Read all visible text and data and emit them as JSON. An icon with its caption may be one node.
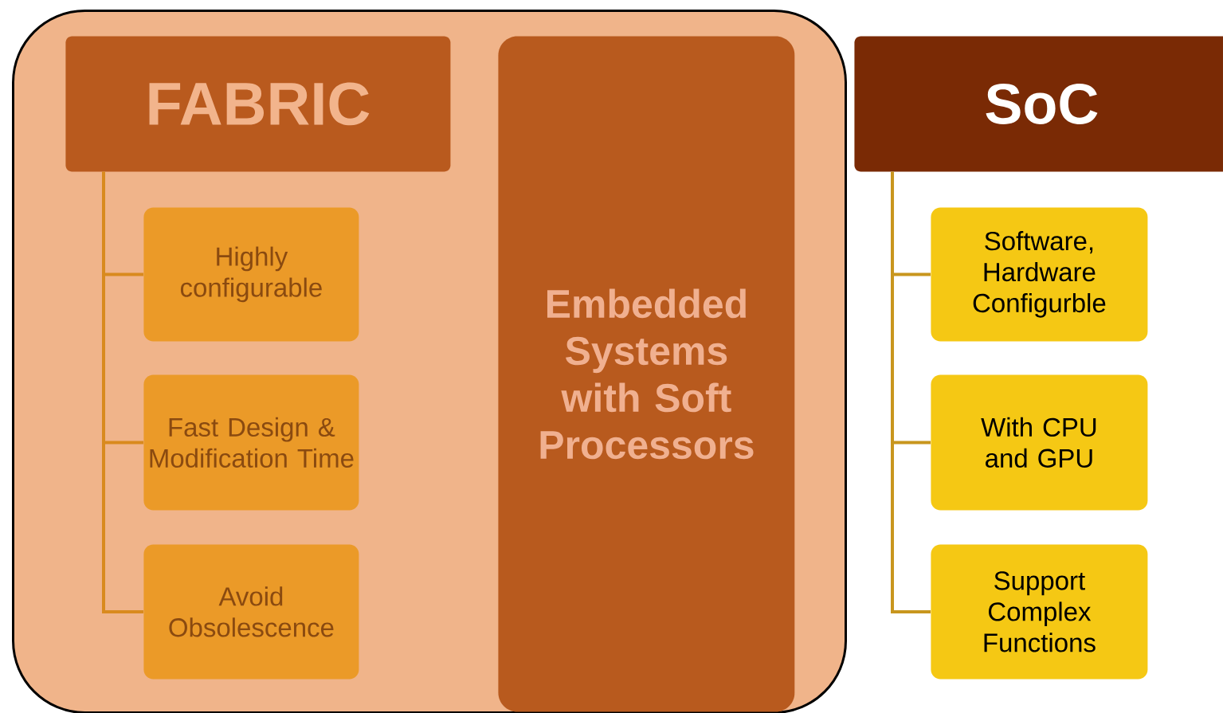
{
  "diagram": {
    "nodes": [
      {
        "text": [],
        "shape": "box"
      },
      {
        "text": [
          "FABRIC"
        ],
        "in": 0
      },
      {
        "text": [
          "Highly configurable"
        ],
        "in": 0
      },
      {
        "text": [
          "Fast Design & Modification Time"
        ],
        "in": 0
      },
      {
        "text": [
          "Avoid Obsolescence"
        ],
        "in": 0
      },
      {
        "text": [
          "Embedded Systems with Soft Processors"
        ],
        "in": 0
      },
      {
        "text": [
          "SoC"
        ]
      },
      {
        "text": [
          "Software, Hardware Configurble"
        ]
      },
      {
        "text": [
          "With CPU and GPU"
        ]
      },
      {
        "text": [
          "Support Complex Functions"
        ]
      }
    ],
    "edges": [
      {
        "from": 1,
        "to": 2,
        "arrow": "none"
      },
      {
        "from": 1,
        "to": 3,
        "arrow": "none"
      },
      {
        "from": 1,
        "to": 4,
        "arrow": "none"
      },
      {
        "from": 6,
        "to": 7,
        "arrow": "none"
      },
      {
        "from": 6,
        "to": 8,
        "arrow": "none"
      },
      {
        "from": 6,
        "to": 9,
        "arrow": "none"
      }
    ]
  }
}
